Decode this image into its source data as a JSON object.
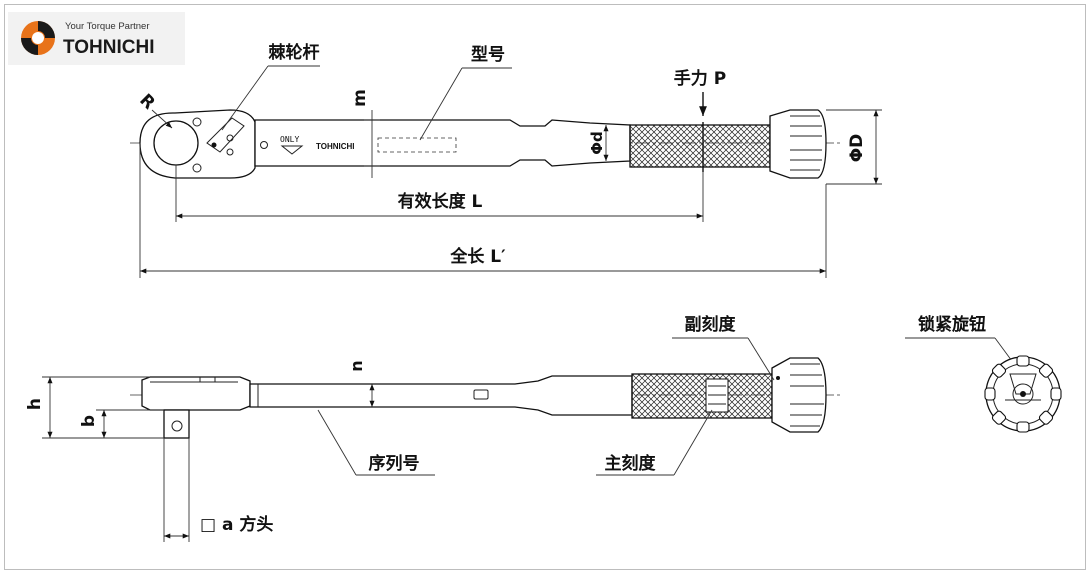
{
  "logo": {
    "tagline": "Your Torque Partner",
    "brand": "TOHNICHI"
  },
  "top_view": {
    "ratchet_label": "棘轮杆",
    "model_label": "型号",
    "handforce_label": "手力 P",
    "radius_label": "R",
    "m_label": "m",
    "d_label": "Φd",
    "D_label": "ΦD",
    "effective_length_label": "有效长度 L",
    "overall_length_label": "全长 L′",
    "only_mark": "ONLY",
    "body_brand": "TOHNICHI"
  },
  "side_view": {
    "sub_scale_label": "副刻度",
    "main_scale_label": "主刻度",
    "serial_label": "序列号",
    "n_label": "n",
    "h_label": "h",
    "b_label": "b",
    "square_drive_label": "□ a  方头"
  },
  "end_view": {
    "lock_knob_label": "锁紧旋钮"
  },
  "colors": {
    "logo_orange": "#e8731a",
    "logo_dark": "#1a1a1a",
    "line": "#111111"
  }
}
